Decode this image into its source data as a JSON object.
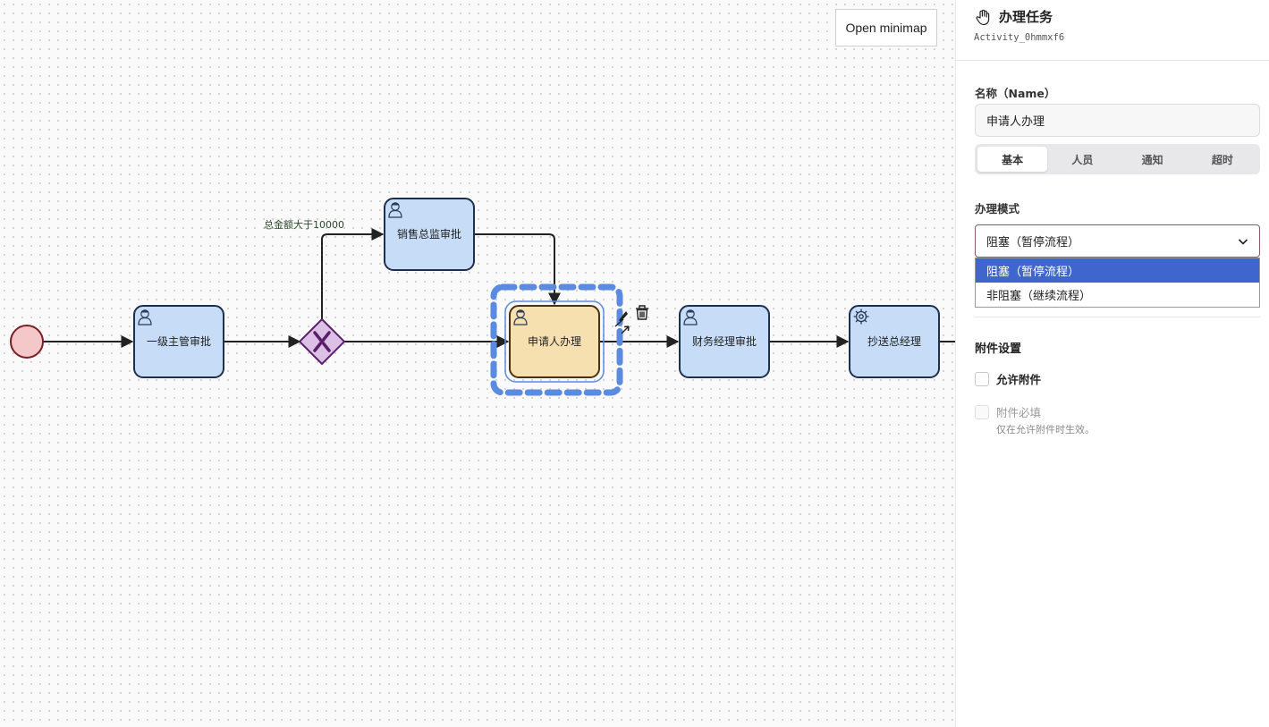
{
  "canvas": {
    "minimap_button": "Open minimap",
    "nodes": {
      "task_level1": "一级主管审批",
      "task_sales": "销售总监审批",
      "task_applicant": "申请人办理",
      "task_finance": "财务经理审批",
      "task_cc": "抄送总经理"
    },
    "flow_label": "总金额大于10000",
    "colors": {
      "task_fill": "#c6dcf7",
      "task_stroke": "#1e2f4f",
      "selected_fill": "#f6e0b0",
      "selected_stroke": "#4a3210",
      "start_fill": "#f4c7c9",
      "start_stroke": "#7a1f22",
      "gateway_fill": "#dcc0e6",
      "gateway_stroke": "#5a1f6a",
      "selection": "#5b8be0"
    }
  },
  "panel": {
    "title": "办理任务",
    "element_id": "Activity_0hmmxf6",
    "name_label": "名称（Name）",
    "name_value": "申请人办理",
    "tabs": [
      "基本",
      "人员",
      "通知",
      "超时"
    ],
    "active_tab": "基本",
    "mode_label": "办理模式",
    "mode_value": "阻塞（暂停流程）",
    "mode_options": [
      "阻塞（暂停流程）",
      "非阻塞（继续流程）"
    ],
    "attachment_title": "附件设置",
    "allow_attachment": "允许附件",
    "attachment_required": "附件必填",
    "attachment_hint": "仅在允许附件时生效。"
  }
}
